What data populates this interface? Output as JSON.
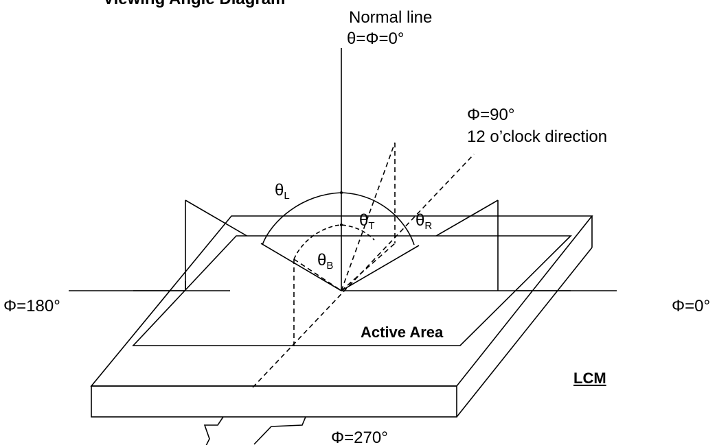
{
  "header": {
    "cut_text": "Viewing Angle Diagram"
  },
  "labels": {
    "normal_line": "Normal line",
    "normal_angles": "θ=Φ=0°",
    "phi_90": "Φ=90°",
    "clock_direction": "12 o’clock direction",
    "phi_180": "Φ=180°",
    "phi_0": "Φ=0°",
    "phi_270": "Φ=270°",
    "active_area": "Active Area",
    "lcm": "LCM"
  },
  "angles": {
    "theta_symbol": "θ",
    "left_sub": "L",
    "top_sub": "T",
    "right_sub": "R",
    "bottom_sub": "B"
  },
  "colors": {
    "line": "#000000",
    "background": "#ffffff"
  }
}
